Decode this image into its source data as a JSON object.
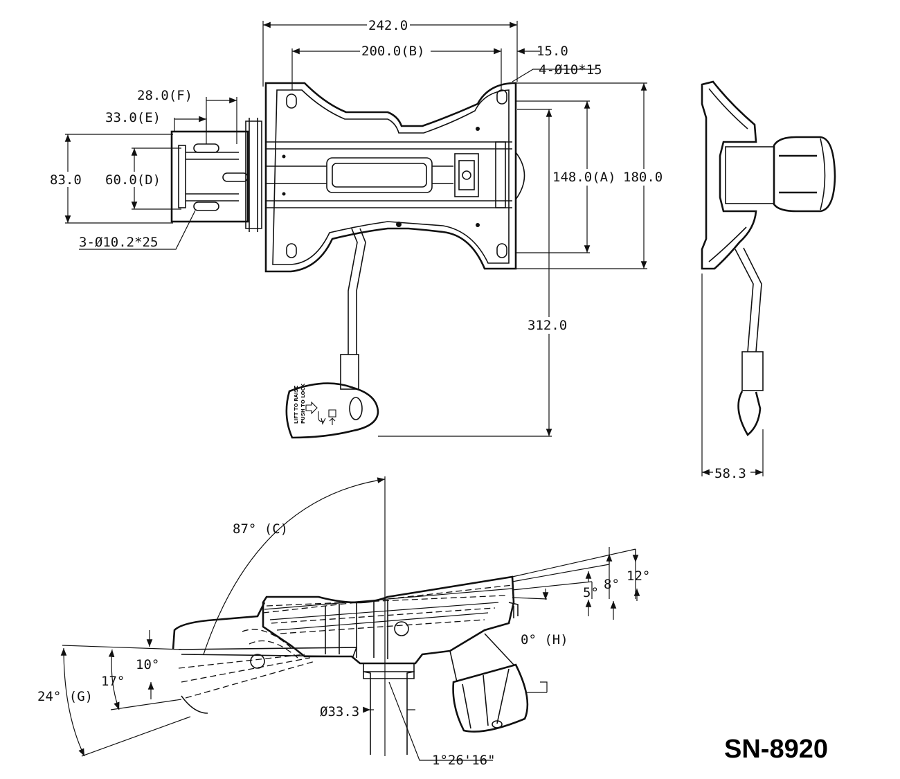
{
  "model": "SN-8920",
  "top_view": {
    "dims": {
      "overall_width": "242.0",
      "hole_spacing": "200.0(B)",
      "edge_offset": "15.0",
      "mount_holes": "4-Ø10*15",
      "tab_slot_f": "28.0(F)",
      "tab_slot_e": "33.0(E)",
      "tab_height": "83.0",
      "tab_slot_spacing": "60.0(D)",
      "tab_holes": "3-Ø10.2*25",
      "hole_spacing_a": "148.0(A)",
      "overall_depth": "180.0",
      "handle_reach": "312.0"
    },
    "handle_label_lines": [
      "LIFT TO RAISE",
      "PUSH TO LOCK"
    ]
  },
  "side_view": {
    "dims": {
      "handle_offset": "58.3"
    }
  },
  "tilt_view": {
    "dims": {
      "rear_tilt": "87° (C)",
      "front_tilt_5": "5°",
      "front_tilt_8": "8°",
      "front_tilt_12": "12°",
      "base_angle": "0° (H)",
      "rear_10": "10°",
      "rear_17": "17°",
      "rear_24": "24° (G)",
      "column_dia": "Ø33.3",
      "taper": "1°26'16\""
    }
  }
}
